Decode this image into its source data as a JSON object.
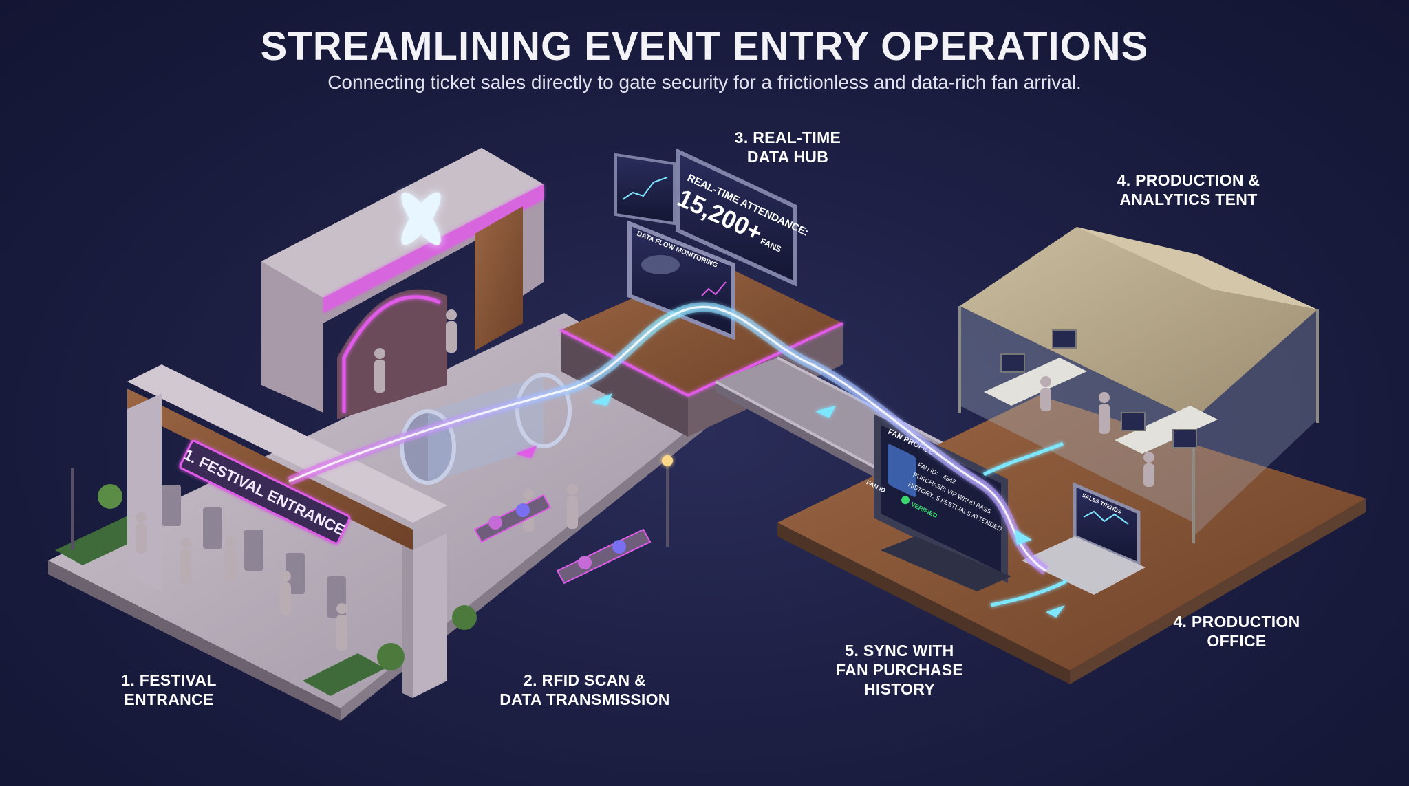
{
  "header": {
    "title": "STREAMLINING EVENT ENTRY OPERATIONS",
    "subtitle": "Connecting ticket sales directly to gate security for a frictionless and data-rich fan arrival."
  },
  "callouts": {
    "festival_entrance": [
      "1. FESTIVAL",
      "ENTRANCE"
    ],
    "rfid_scan": [
      "2. RFID SCAN &",
      "DATA TRANSMISSION"
    ],
    "data_hub": [
      "3. REAL-TIME",
      "DATA HUB"
    ],
    "analytics_tent": [
      "4. PRODUCTION &",
      "ANALYTICS TENT"
    ],
    "production_office": [
      "4. PRODUCTION",
      "OFFICE"
    ],
    "sync_fan": [
      "5. SYNC WITH",
      "FAN PURCHASE",
      "HISTORY"
    ]
  },
  "entrance_sign": "1. FESTIVAL ENTRANCE",
  "data_hub_screens": {
    "main_label": "REAL-TIME ATTENDANCE:",
    "attendance_value": "15,200+",
    "attendance_unit": "FANS",
    "monitor_label": "DATA FLOW MONITORING"
  },
  "fan_profile": {
    "heading": "FAN PROFILE",
    "fan_id_label": "FAN ID:",
    "fan_id_value": "4542",
    "purchase_label": "PURCHASE:",
    "purchase_value": "VIP WKND PASS",
    "history_label": "HISTORY:",
    "history_value": "5 FESTIVALS ATTENDED",
    "avatar_caption": "FAN ID",
    "status": "VERIFIED"
  },
  "laptop_screen": "SALES TRENDS",
  "colors": {
    "background": "#1d1f44",
    "neon_pink": "#e05ce8",
    "neon_cyan": "#7fe6ff",
    "deck_wood": "#8a5a3c",
    "plaza_stone": "#b8aeb8",
    "tent_canvas": "#b7a88e",
    "verified_green": "#38d66b"
  }
}
